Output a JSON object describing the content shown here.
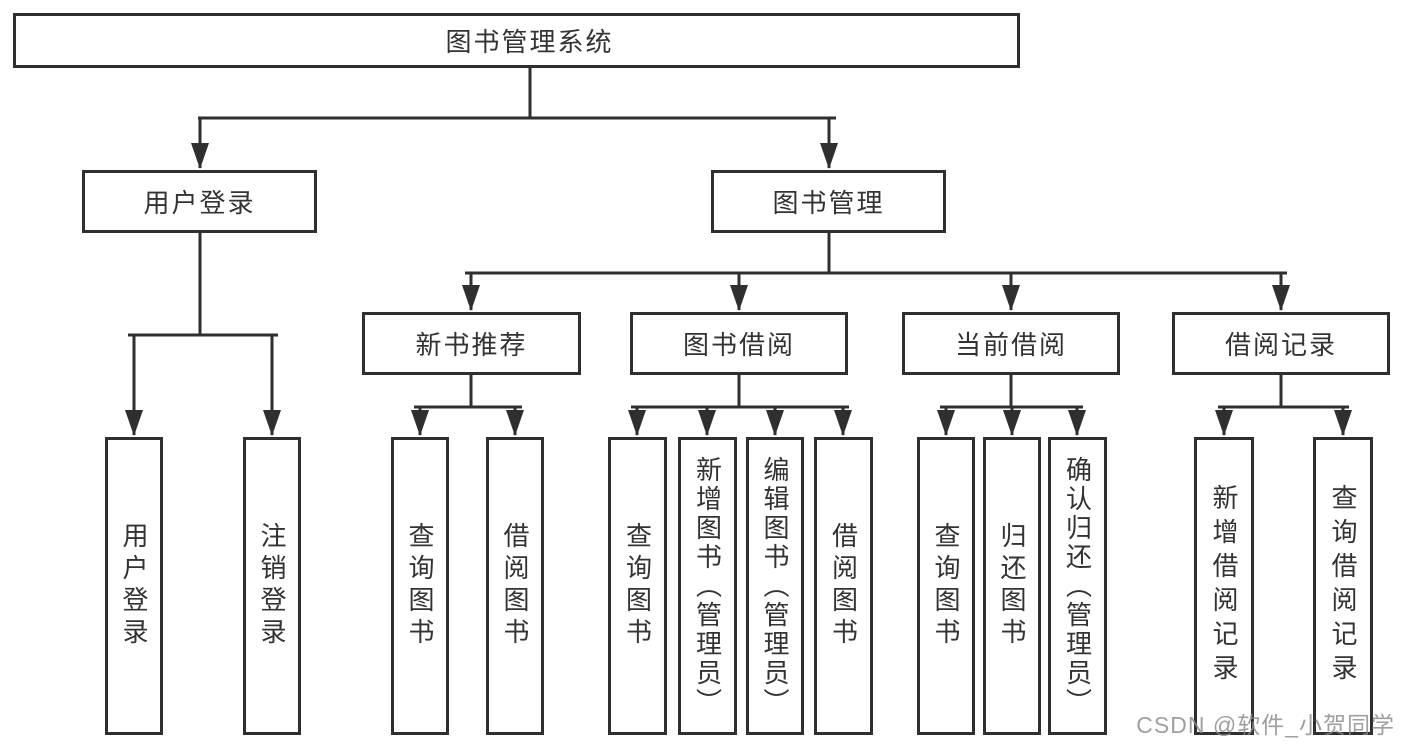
{
  "tree": {
    "label": "图书管理系统",
    "children": [
      {
        "label": "用户登录",
        "children": [
          {
            "label": "用户登录"
          },
          {
            "label": "注销登录"
          }
        ]
      },
      {
        "label": "图书管理",
        "children": [
          {
            "label": "新书推荐",
            "children": [
              {
                "label": "查询图书"
              },
              {
                "label": "借阅图书"
              }
            ]
          },
          {
            "label": "图书借阅",
            "children": [
              {
                "label": "查询图书"
              },
              {
                "label": "新增图书（管理员）"
              },
              {
                "label": "编辑图书（管理员）"
              },
              {
                "label": "借阅图书"
              }
            ]
          },
          {
            "label": "当前借阅",
            "children": [
              {
                "label": "查询图书"
              },
              {
                "label": "归还图书"
              },
              {
                "label": "确认归还（管理员）"
              }
            ]
          },
          {
            "label": "借阅记录",
            "children": [
              {
                "label": "新增借阅记录"
              },
              {
                "label": "查询借阅记录"
              }
            ]
          }
        ]
      }
    ]
  },
  "watermark": {
    "text": "CSDN @软件_小贺同学"
  },
  "colors": {
    "line": "#2f2f2f",
    "text": "#333333",
    "watermark": "#8a8a8a",
    "background": "#ffffff"
  }
}
